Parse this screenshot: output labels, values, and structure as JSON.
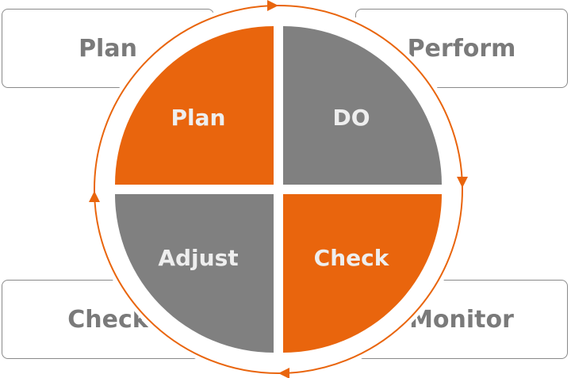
{
  "boxes": {
    "top_left": "Plan",
    "top_right": "Perform",
    "bottom_left": "Check",
    "bottom_right": "Monitor"
  },
  "quadrants": {
    "top_left": "Plan",
    "top_right": "DO",
    "bottom_left": "Adjust",
    "bottom_right": "Check"
  },
  "colors": {
    "orange": "#e9650d",
    "gray": "#808080",
    "quadrant_text": "#eeeeee",
    "box_text": "#7a7a7a",
    "box_border": "#8a8a8a"
  }
}
